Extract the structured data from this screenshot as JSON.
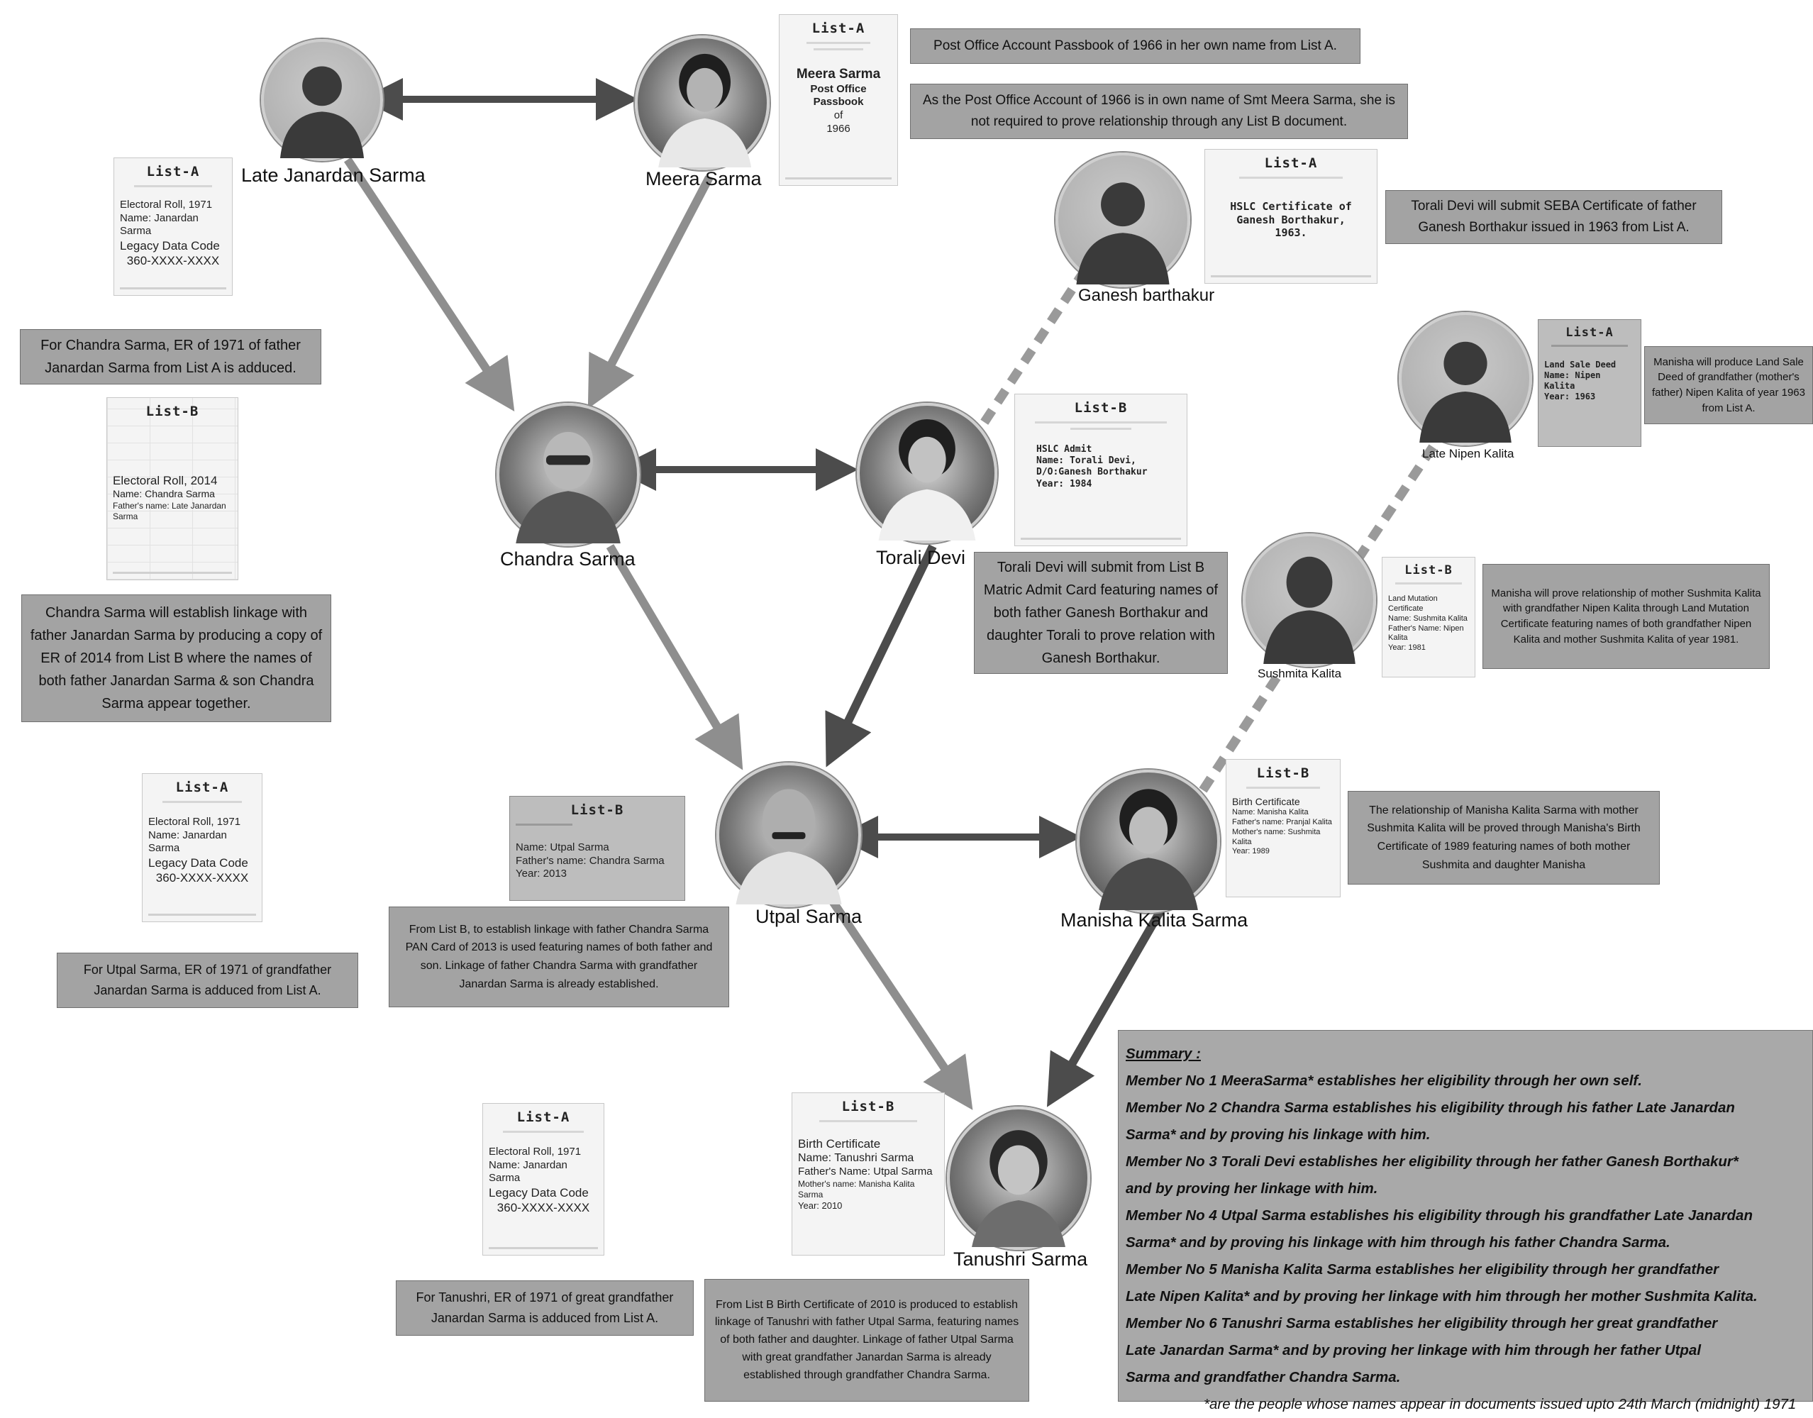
{
  "people": {
    "janardan": {
      "name": "Late Janardan Sarma"
    },
    "meera": {
      "name": "Meera Sarma"
    },
    "ganesh": {
      "name": "Ganesh barthakur"
    },
    "nipen": {
      "name": "Late Nipen Kalita"
    },
    "chandra": {
      "name": "Chandra Sarma"
    },
    "torali": {
      "name": "Torali Devi"
    },
    "sushmita": {
      "name": "Sushmita Kalita"
    },
    "utpal": {
      "name": "Utpal Sarma"
    },
    "manisha": {
      "name": "Manisha Kalita Sarma"
    },
    "tanushri": {
      "name": "Tanushri Sarma"
    }
  },
  "docs": {
    "passbook": {
      "title": "List-A",
      "lines": [
        "Meera Sarma",
        "Post Office Passbook",
        "of",
        "1966"
      ]
    },
    "er1971_janardan": {
      "title": "List-A",
      "lines": [
        "Electoral Roll, 1971",
        "Name: Janardan Sarma",
        "Legacy Data Code",
        "360-XXXX-XXXX"
      ]
    },
    "hslc_ganesh": {
      "title": "List-A",
      "lines": [
        "HSLC Certificate of",
        "Ganesh Borthakur,",
        "1963."
      ]
    },
    "land_sale": {
      "title": "List-A",
      "lines": [
        "Land Sale Deed",
        "Name: Nipen Kalita",
        "Year: 1963"
      ]
    },
    "er2014": {
      "title": "List-B",
      "lines": [
        "Electoral Roll, 2014",
        "Name: Chandra Sarma",
        "Father's name: Late Janardan Sarma"
      ]
    },
    "hslc_torali": {
      "title": "List-B",
      "lines": [
        "HSLC Admit",
        "Name: Torali Devi,",
        "D/O:Ganesh Borthakur",
        "Year: 1984"
      ]
    },
    "land_mutation": {
      "title": "List-B",
      "lines": [
        "Land Mutation Certificate",
        "Name: Sushmita Kalita",
        "Father's Name: Nipen Kalita",
        "Year: 1981"
      ]
    },
    "er1971_utpal": {
      "title": "List-A",
      "lines": [
        "Electoral Roll, 1971",
        "Name: Janardan Sarma",
        "Legacy Data Code",
        "360-XXXX-XXXX"
      ]
    },
    "pan_utpal": {
      "title": "List-B",
      "lines": [
        "Name: Utpal Sarma",
        "Father's name: Chandra Sarma",
        "Year: 2013"
      ]
    },
    "birth_manisha": {
      "title": "List-B",
      "lines": [
        "Birth Certificate",
        "Name: Manisha Kalita",
        "Father's name: Pranjal Kalita",
        "Mother's name: Sushmita Kalita",
        "Year: 1989"
      ]
    },
    "er1971_tanushri": {
      "title": "List-A",
      "lines": [
        "Electoral Roll, 1971",
        "Name: Janardan Sarma",
        "Legacy Data Code",
        "360-XXXX-XXXX"
      ]
    },
    "birth_tanushri": {
      "title": "List-B",
      "lines": [
        "Birth Certificate",
        "Name: Tanushri Sarma",
        "Father's Name: Utpal Sarma",
        "Mother's name: Manisha Kalita Sarma",
        "Year: 2010"
      ]
    }
  },
  "notes": {
    "meera_passbook": "Post Office Account Passbook of 1966 in her own name from List A.",
    "meera_exempt": "As the Post Office Account of 1966 is in own name of Smt Meera Sarma, she is not required to prove relationship through any List B document.",
    "torali_seba": "Torali Devi will submit SEBA Certificate of father Ganesh Borthakur issued in 1963 from List A.",
    "manisha_land": "Manisha will produce Land Sale Deed of grandfather (mother's father) Nipen Kalita of year 1963 from List A.",
    "chandra_er1971": "For Chandra Sarma, ER of 1971 of father Janardan Sarma from List A is adduced.",
    "chandra_linkage": "Chandra Sarma will establish linkage with father Janardan Sarma by producing a copy of ER of 2014 from List B where the names of both father Janardan Sarma & son Chandra Sarma appear together.",
    "torali_matric": "Torali Devi will submit from List B Matric Admit Card featuring names of both father Ganesh Borthakur and daughter Torali to prove relation with Ganesh Borthakur.",
    "manisha_mutation": "Manisha will prove relationship of mother Sushmita Kalita with grandfather Nipen Kalita through Land Mutation Certificate featuring names of both grandfather Nipen Kalita and mother Sushmita Kalita of year 1981.",
    "utpal_er1971": "For Utpal Sarma, ER of 1971 of grandfather Janardan Sarma is adduced from List A.",
    "utpal_pan": "From List B, to establish linkage with father Chandra Sarma PAN Card of 2013 is used featuring names of both father and son. Linkage of father Chandra Sarma with grandfather Janardan Sarma is already established.",
    "manisha_birth": "The relationship of Manisha Kalita Sarma with mother Sushmita Kalita will be proved through Manisha's Birth Certificate of 1989 featuring names of both mother Sushmita and daughter Manisha",
    "tanushri_er1971": "For Tanushri, ER of 1971 of great grandfather Janardan Sarma is adduced from List A.",
    "tanushri_birth": "From List B Birth Certificate of 2010 is produced to establish linkage of Tanushri with father Utpal Sarma, featuring names of both father and daughter. Linkage of father Utpal Sarma with great grandfather Janardan Sarma is already established through grandfather Chandra Sarma."
  },
  "summary": {
    "title": "Summary :",
    "lines": [
      "Member No 1 MeeraSarma* establishes her eligibility through her own self.",
      "Member No 2 Chandra Sarma establishes his eligibility through his father Late Janardan",
      "Sarma* and by proving his linkage with him.",
      "Member No 3 Torali Devi establishes her eligibility through her father Ganesh Borthakur*",
      " and by proving her linkage with him.",
      "Member No 4 Utpal Sarma establishes his eligibility through his grandfather Late Janardan",
      "Sarma* and by proving his linkage with him through his father Chandra Sarma.",
      "Member No 5 Manisha Kalita Sarma establishes her eligibility through her grandfather",
      "Late Nipen Kalita* and by proving her linkage with him through her mother Sushmita Kalita.",
      "Member No 6 Tanushri Sarma establishes her eligibility through her great grandfather",
      "Late Janardan Sarma* and by proving her linkage with him through her father Utpal",
      "Sarma and grandfather Chandra Sarma."
    ],
    "footnote": "*are the people whose names appear in documents issued upto 24th March (midnight) 1971"
  }
}
